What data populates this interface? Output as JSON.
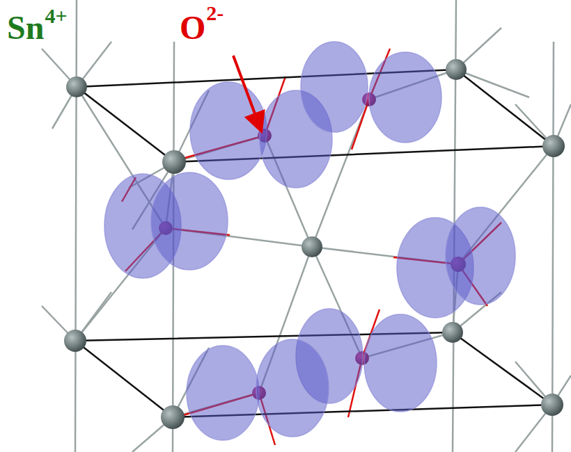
{
  "diagram": {
    "labels": [
      "Sn",
      "4+",
      "O",
      "2-"
    ]
  }
}
